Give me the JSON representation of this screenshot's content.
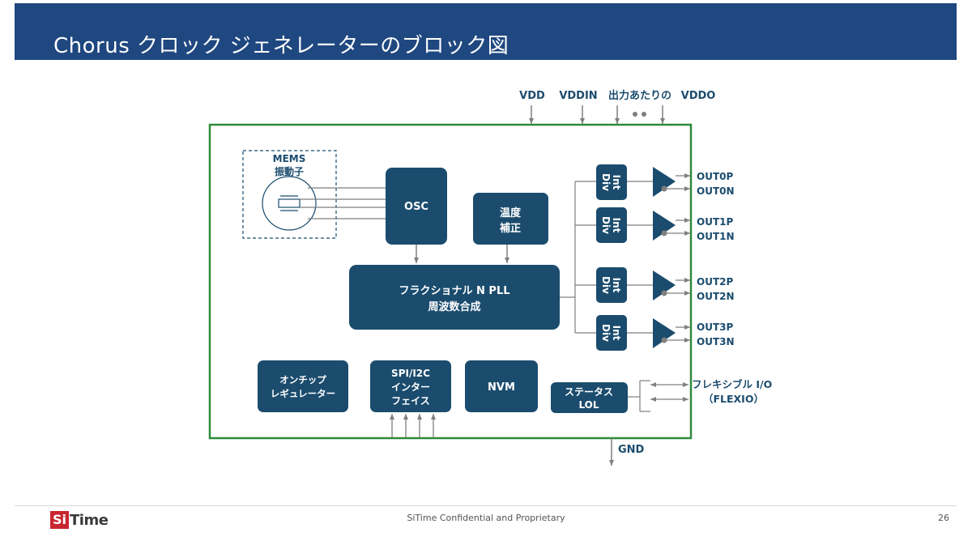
{
  "header": {
    "title": "Chorus クロック ジェネレーターのブロック図"
  },
  "diagram": {
    "pins_top": {
      "vdd": "VDD",
      "vddin": "VDDIN",
      "per_output": "出力あたりの",
      "vddo": "VDDO"
    },
    "gnd": "GND",
    "mems_label": [
      "MEMS",
      "振動子"
    ],
    "osc": "OSC",
    "temp_comp": [
      "温度",
      "補正"
    ],
    "pll": [
      "フラクショナル N PLL",
      "周波数合成"
    ],
    "int_div": [
      "Int",
      "Div"
    ],
    "outputs": [
      {
        "p": "OUT0P",
        "n": "OUT0N"
      },
      {
        "p": "OUT1P",
        "n": "OUT1N"
      },
      {
        "p": "OUT2P",
        "n": "OUT2N"
      },
      {
        "p": "OUT3P",
        "n": "OUT3N"
      }
    ],
    "regulator": [
      "オンチップ",
      "レギュレーター"
    ],
    "spi": [
      "SPI/I2C",
      "インター",
      "フェイス"
    ],
    "nvm": "NVM",
    "status": [
      "ステータス",
      "LOL"
    ],
    "flexio": [
      "フレキシブル I/O",
      "（FLEXIO）"
    ]
  },
  "colors": {
    "header_bg": "#1f4780",
    "block": "#1b4c6e",
    "label": "#1b4c6e",
    "chip_border": "#2e8b3a",
    "line": "#7f7f7f",
    "logo_red": "#c8262f"
  },
  "footer": {
    "logo_si": "Si",
    "logo_time": "Time",
    "confidential": "SiTime Confidential and Proprietary",
    "page": "26"
  }
}
